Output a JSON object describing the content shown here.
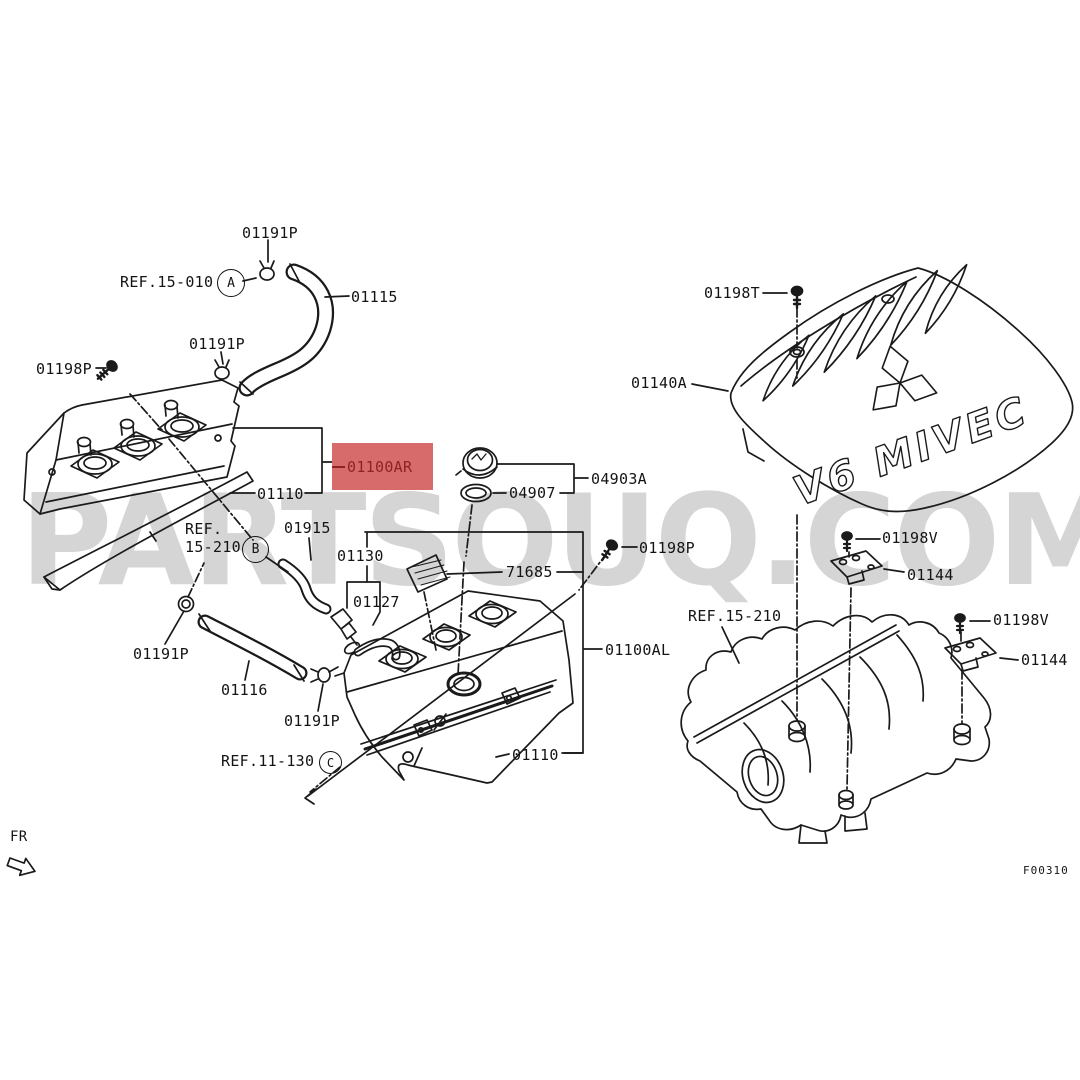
{
  "figure": {
    "code": "F00310",
    "direction_label": "FR",
    "watermark": "PARTSOUQ.COM"
  },
  "highlight": {
    "part": "01100AR",
    "bg": "#d76a6a",
    "fg": "#8f2222"
  },
  "cover_art": {
    "v6_mivec": "V6 MIVEC"
  },
  "callouts": {
    "a": "A",
    "b": "B",
    "c": "C"
  },
  "labels": {
    "p01191p_top": "01191P",
    "ref_15_010": "REF.15-010",
    "p01115": "01115",
    "p01191p_mid": "01191P",
    "p01198p_left": "01198P",
    "p01110_left": "01110",
    "ref_15_210_left": "REF.\n15-210",
    "p01915": "01915",
    "p01130": "01130",
    "p04907": "04907",
    "p04903a": "04903A",
    "p71685": "71685",
    "p01198p_right": "01198P",
    "p01127": "01127",
    "p01100al": "01100AL",
    "p01191p_low1": "01191P",
    "p01116": "01116",
    "p01191p_low2": "01191P",
    "ref_11_130": "REF.11-130",
    "p01110_center": "01110",
    "p01198t": "01198T",
    "p01140a": "01140A",
    "p01198v_upper": "01198V",
    "p01144_upper": "01144",
    "ref_15_210_right": "REF.15-210",
    "p01198v_lower": "01198V",
    "p01144_lower": "01144"
  }
}
